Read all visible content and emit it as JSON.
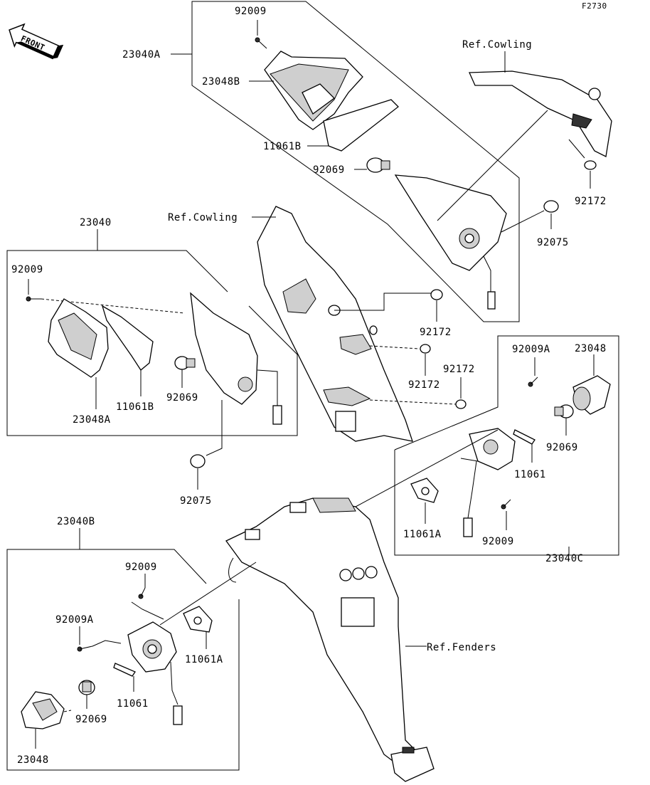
{
  "figure_code": "F2730",
  "front_label": "FRONT",
  "labels": {
    "p23040A": "23040A",
    "p92009_top": "92009",
    "p23048B": "23048B",
    "p11061B_top": "11061B",
    "p92069_top": "92069",
    "ref_cowling_top": "Ref.Cowling",
    "p92172_top": "92172",
    "p92075_top": "92075",
    "p23040": "23040",
    "ref_cowling_mid": "Ref.Cowling",
    "p92009_left": "92009",
    "p92172_a": "92172",
    "p92172_b": "92172",
    "p92172_c": "92172",
    "p11061B_left": "11061B",
    "p92069_left": "92069",
    "p23048A": "23048A",
    "p92075_left": "92075",
    "p92009A_right": "92009A",
    "p23048_right": "23048",
    "p92069_right": "92069",
    "p11061_right": "11061",
    "p11061A_right": "11061A",
    "p92009_right": "92009",
    "p23040C": "23040C",
    "p23040B": "23040B",
    "p92009_lower": "92009",
    "p92009A_lower": "92009A",
    "p11061A_lower": "11061A",
    "p11061_lower": "11061",
    "p92069_lower": "92069",
    "p23048_lower": "23048",
    "ref_fenders": "Ref.Fenders"
  }
}
